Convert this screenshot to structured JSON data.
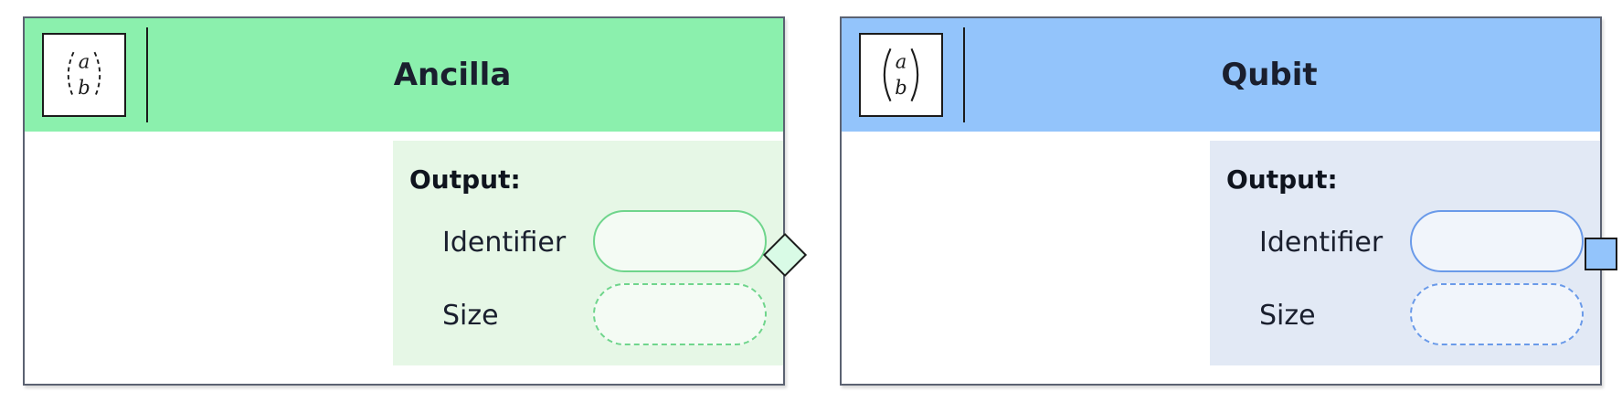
{
  "nodes": [
    {
      "id": "ancilla",
      "title": "Ancilla",
      "icon": "dashed-vector-ab-icon",
      "icon_symbols": {
        "top": "a",
        "bottom": "b"
      },
      "output_label": "Output:",
      "fields": [
        {
          "label": "Identifier",
          "value": "",
          "style": "solid"
        },
        {
          "label": "Size",
          "value": "",
          "style": "dashed"
        }
      ],
      "port_shape": "diamond",
      "colors": {
        "header": "#8bf0ad",
        "panel": "#e6f7e6",
        "pill_fill": "#f4fbf4",
        "pill_border": "#6fd58c",
        "port": "#d9fbe6"
      }
    },
    {
      "id": "qubit",
      "title": "Qubit",
      "icon": "vector-ab-icon",
      "icon_symbols": {
        "top": "a",
        "bottom": "b"
      },
      "output_label": "Output:",
      "fields": [
        {
          "label": "Identifier",
          "value": "",
          "style": "solid"
        },
        {
          "label": "Size",
          "value": "",
          "style": "dashed"
        }
      ],
      "port_shape": "square",
      "colors": {
        "header": "#93c4fb",
        "panel": "#e2e9f5",
        "pill_fill": "#f1f5fb",
        "pill_border": "#6a9ae9",
        "port": "#93c4fb"
      }
    }
  ]
}
